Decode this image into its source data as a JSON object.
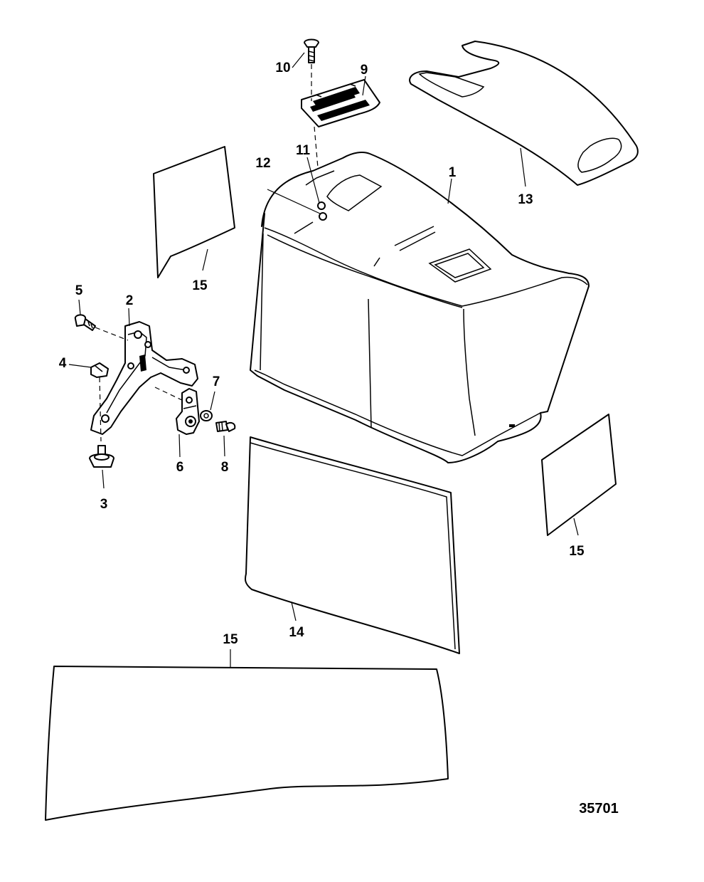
{
  "diagram": {
    "figure_number": "35701",
    "callouts": {
      "c1": "1",
      "c2": "2",
      "c3": "3",
      "c4": "4",
      "c5": "5",
      "c6": "6",
      "c7": "7",
      "c8": "8",
      "c9": "9",
      "c10": "10",
      "c11": "11",
      "c12": "12",
      "c13": "13",
      "c14": "14",
      "c15a": "15",
      "c15b": "15",
      "c15c": "15"
    }
  },
  "colors": {
    "line": "#000000",
    "background": "#ffffff"
  }
}
